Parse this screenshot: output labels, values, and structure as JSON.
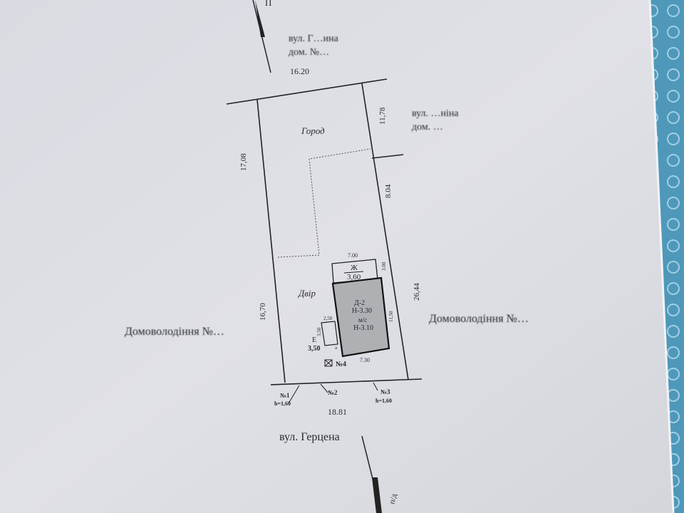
{
  "document": {
    "north_arrow_label": "П",
    "south_arrow_label": "п/д",
    "top_street": {
      "line1": "вул. Г…ина",
      "line2": "дом. №…"
    },
    "right_top_street": {
      "line1": "вул. …ніна",
      "line2": "дом. …"
    },
    "left_neighbor": "Домоволодіння №…",
    "right_neighbor": "Домоволодіння №…",
    "bottom_street": "вул. Герцена",
    "zones": {
      "garden": "Город",
      "yard": "Двір"
    },
    "dimensions": {
      "top": "16.20",
      "right_upper": "11,78",
      "right_mid": "8.04",
      "right_lower": "26,44",
      "left_upper": "17,08",
      "left_lower": "16,70",
      "bottom": "18.81",
      "house_top": "7.00",
      "house_side": "11,50",
      "house_bottom": "7.30",
      "porch_side": "3.00",
      "ext_width": "2,50",
      "ext_side": "3,50"
    },
    "buildings": {
      "house_top_label": "Ж",
      "house_top_value": "3,60",
      "main_label": "Д-2",
      "main_height": "Н-3.30",
      "main_material": "м/с",
      "main_height2": "Н-3.10",
      "ext_label": "Е",
      "ext_value": "3,50",
      "ext_small": "а"
    },
    "markers": [
      {
        "label": "№1",
        "h": "h=1,60"
      },
      {
        "label": "№2"
      },
      {
        "label": "№3",
        "h": "h=1,60"
      },
      {
        "label": "№4"
      }
    ]
  }
}
